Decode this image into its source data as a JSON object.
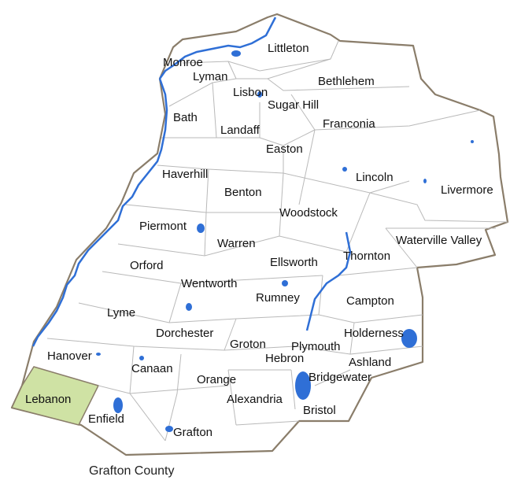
{
  "map": {
    "county_name": "Grafton County",
    "highlighted_town": "Lebanon",
    "colors": {
      "background": "#ffffff",
      "county_border": "#8a7d6a",
      "town_border": "#b9b9b9",
      "water": "#2f6fd6",
      "highlight_fill": "#cfe2a4"
    },
    "towns": [
      {
        "id": "littleton",
        "name": "Littleton"
      },
      {
        "id": "monroe",
        "name": "Monroe"
      },
      {
        "id": "lyman",
        "name": "Lyman"
      },
      {
        "id": "lisbon",
        "name": "Lisbon"
      },
      {
        "id": "bethlehem",
        "name": "Bethlehem"
      },
      {
        "id": "sugar-hill",
        "name": "Sugar Hill"
      },
      {
        "id": "bath",
        "name": "Bath"
      },
      {
        "id": "landaff",
        "name": "Landaff"
      },
      {
        "id": "franconia",
        "name": "Franconia"
      },
      {
        "id": "easton",
        "name": "Easton"
      },
      {
        "id": "haverhill",
        "name": "Haverhill"
      },
      {
        "id": "lincoln",
        "name": "Lincoln"
      },
      {
        "id": "benton",
        "name": "Benton"
      },
      {
        "id": "livermore",
        "name": "Livermore"
      },
      {
        "id": "woodstock",
        "name": "Woodstock"
      },
      {
        "id": "piermont",
        "name": "Piermont"
      },
      {
        "id": "warren",
        "name": "Warren"
      },
      {
        "id": "waterville-valley",
        "name": "Waterville Valley"
      },
      {
        "id": "thornton",
        "name": "Thornton"
      },
      {
        "id": "ellsworth",
        "name": "Ellsworth"
      },
      {
        "id": "orford",
        "name": "Orford"
      },
      {
        "id": "wentworth",
        "name": "Wentworth"
      },
      {
        "id": "rumney",
        "name": "Rumney"
      },
      {
        "id": "campton",
        "name": "Campton"
      },
      {
        "id": "lyme",
        "name": "Lyme"
      },
      {
        "id": "dorchester",
        "name": "Dorchester"
      },
      {
        "id": "holderness",
        "name": "Holderness"
      },
      {
        "id": "groton",
        "name": "Groton"
      },
      {
        "id": "plymouth",
        "name": "Plymouth"
      },
      {
        "id": "hanover",
        "name": "Hanover"
      },
      {
        "id": "hebron",
        "name": "Hebron"
      },
      {
        "id": "ashland",
        "name": "Ashland"
      },
      {
        "id": "canaan",
        "name": "Canaan"
      },
      {
        "id": "orange",
        "name": "Orange"
      },
      {
        "id": "bridgewater",
        "name": "Bridgewater"
      },
      {
        "id": "lebanon",
        "name": "Lebanon"
      },
      {
        "id": "alexandria",
        "name": "Alexandria"
      },
      {
        "id": "enfield",
        "name": "Enfield"
      },
      {
        "id": "bristol",
        "name": "Bristol"
      },
      {
        "id": "grafton",
        "name": "Grafton"
      }
    ]
  }
}
